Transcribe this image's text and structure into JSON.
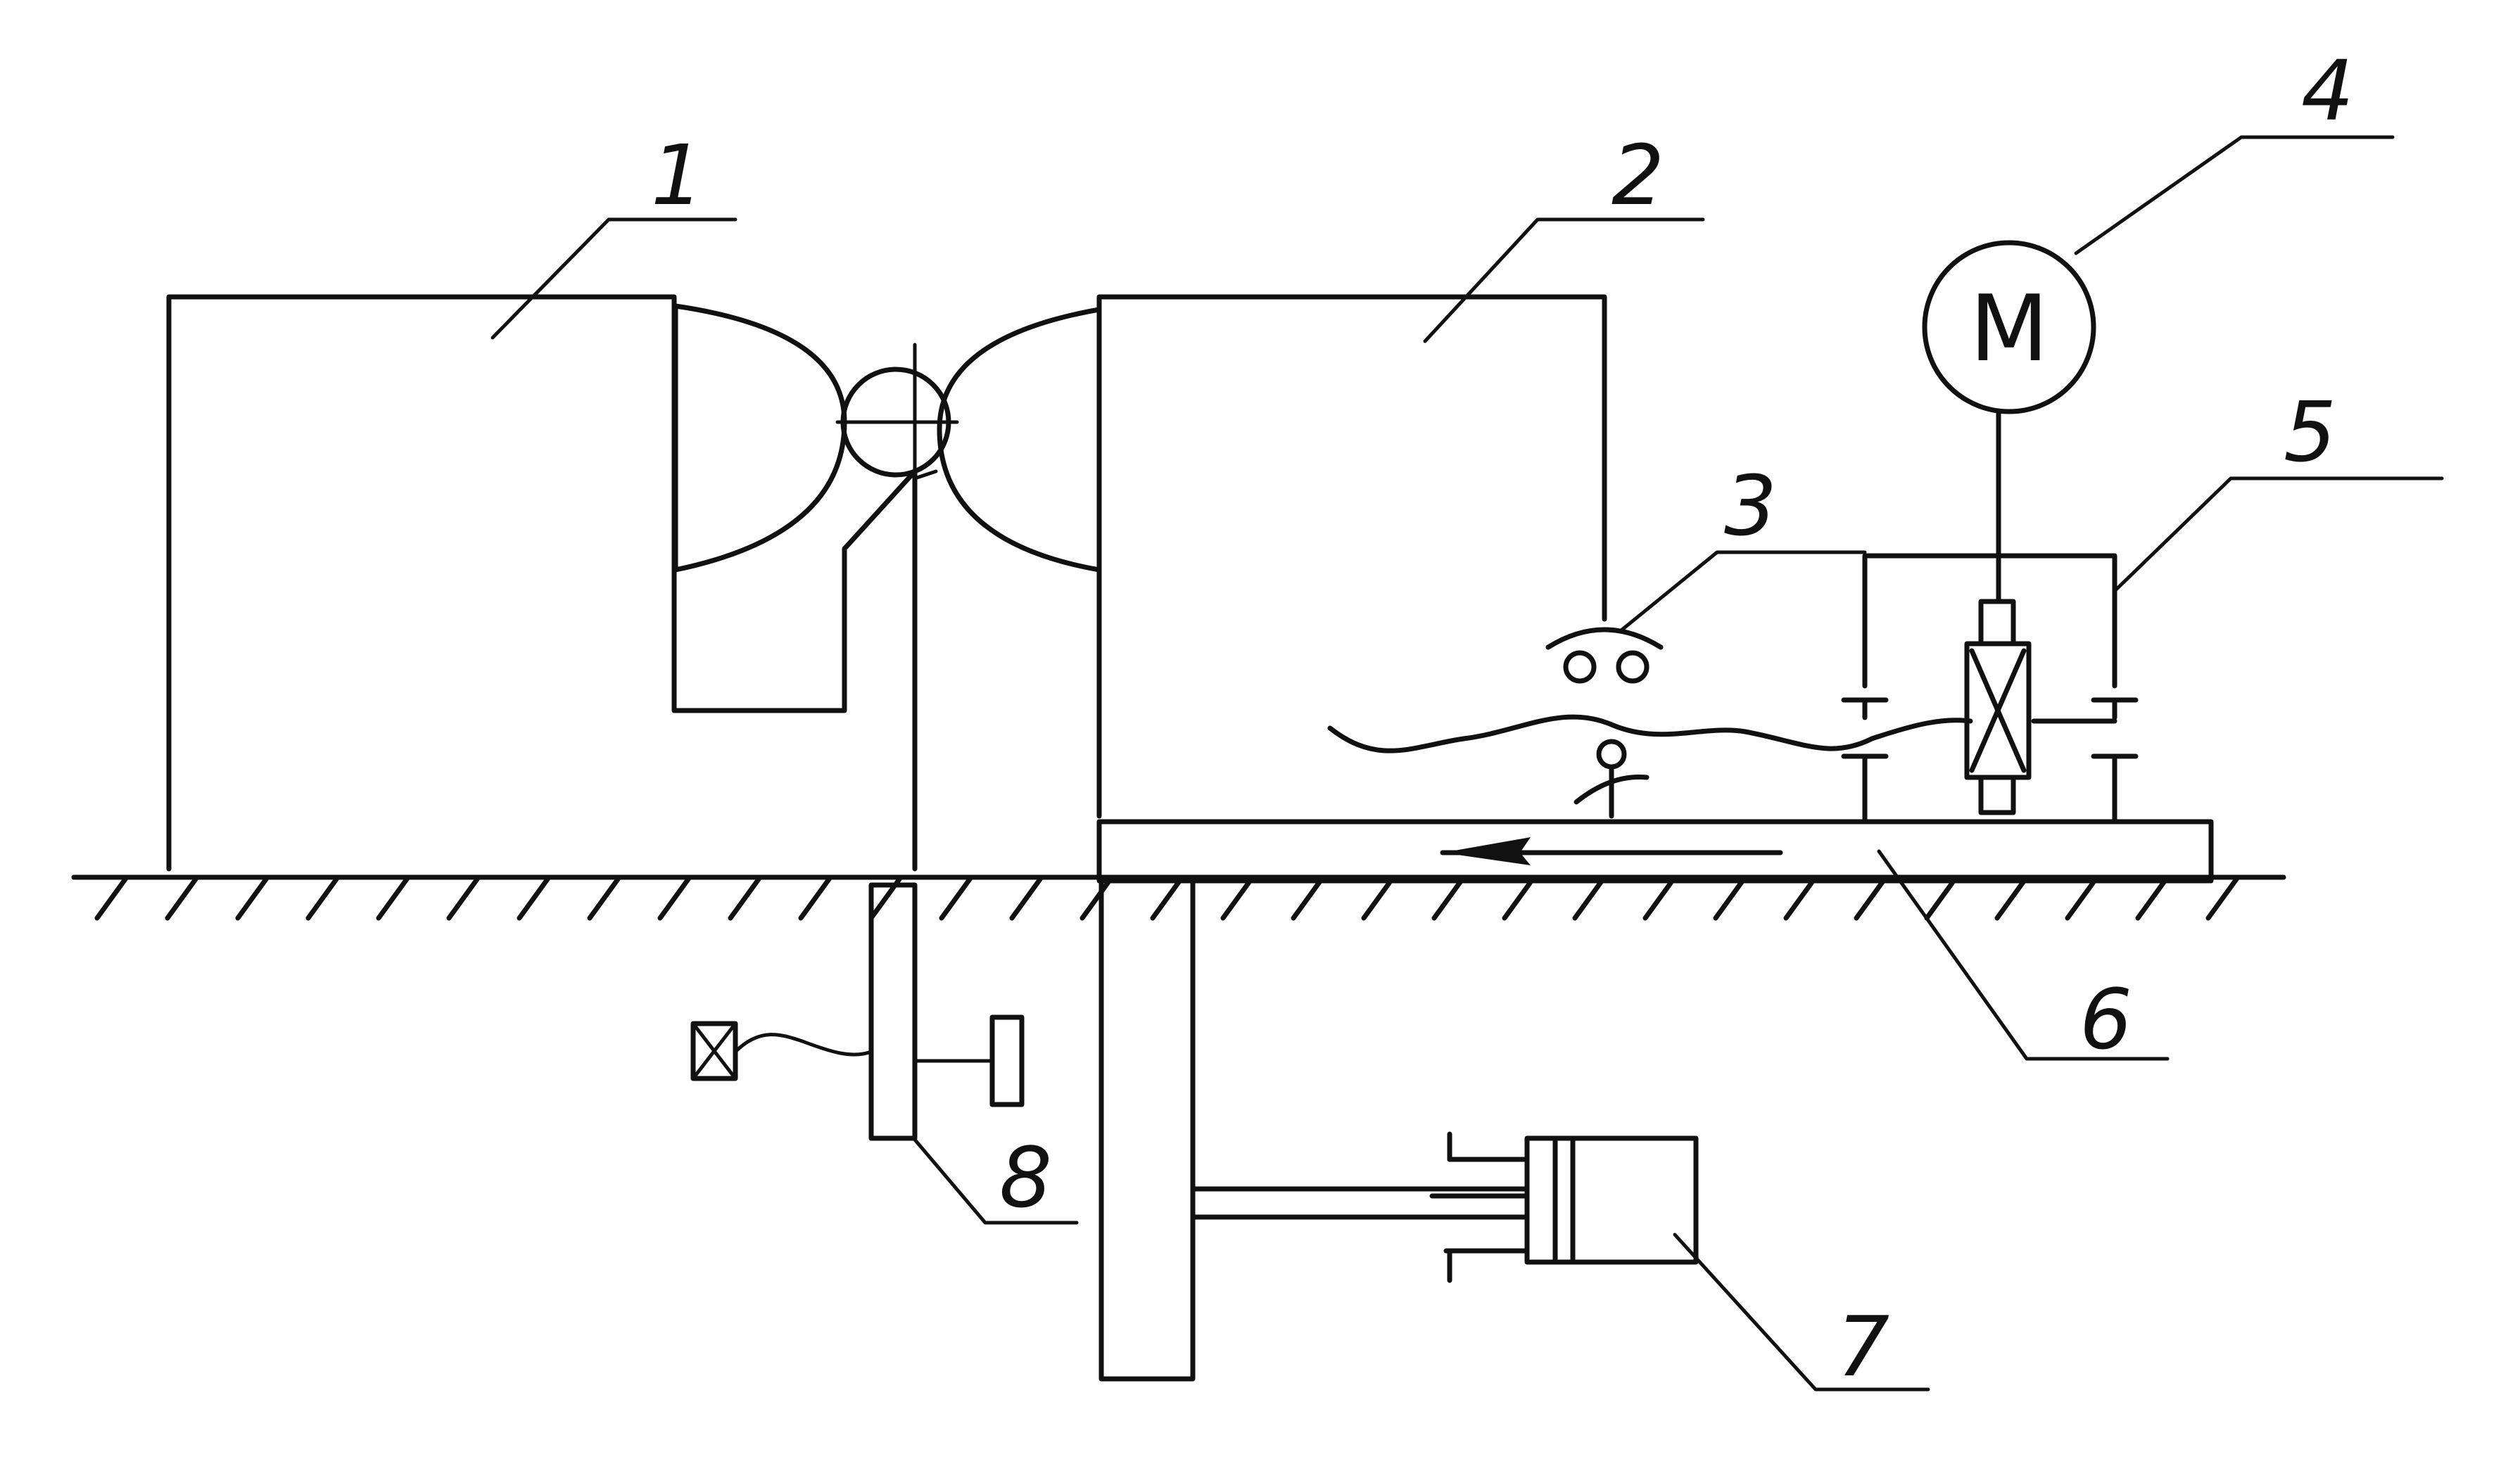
{
  "diagram": {
    "labels": {
      "part_1": "1",
      "part_2": "2",
      "part_3": "3",
      "part_4": "4",
      "part_5": "5",
      "part_6": "6",
      "part_7": "7",
      "part_8": "8"
    },
    "motor_symbol": "M",
    "colors": {
      "ink": "#111111",
      "background": "#ffffff"
    },
    "icons": {
      "hatching": "ground-hatch",
      "arrow": "feed-direction-arrow",
      "electrode_texture": "dotted-fill"
    }
  }
}
